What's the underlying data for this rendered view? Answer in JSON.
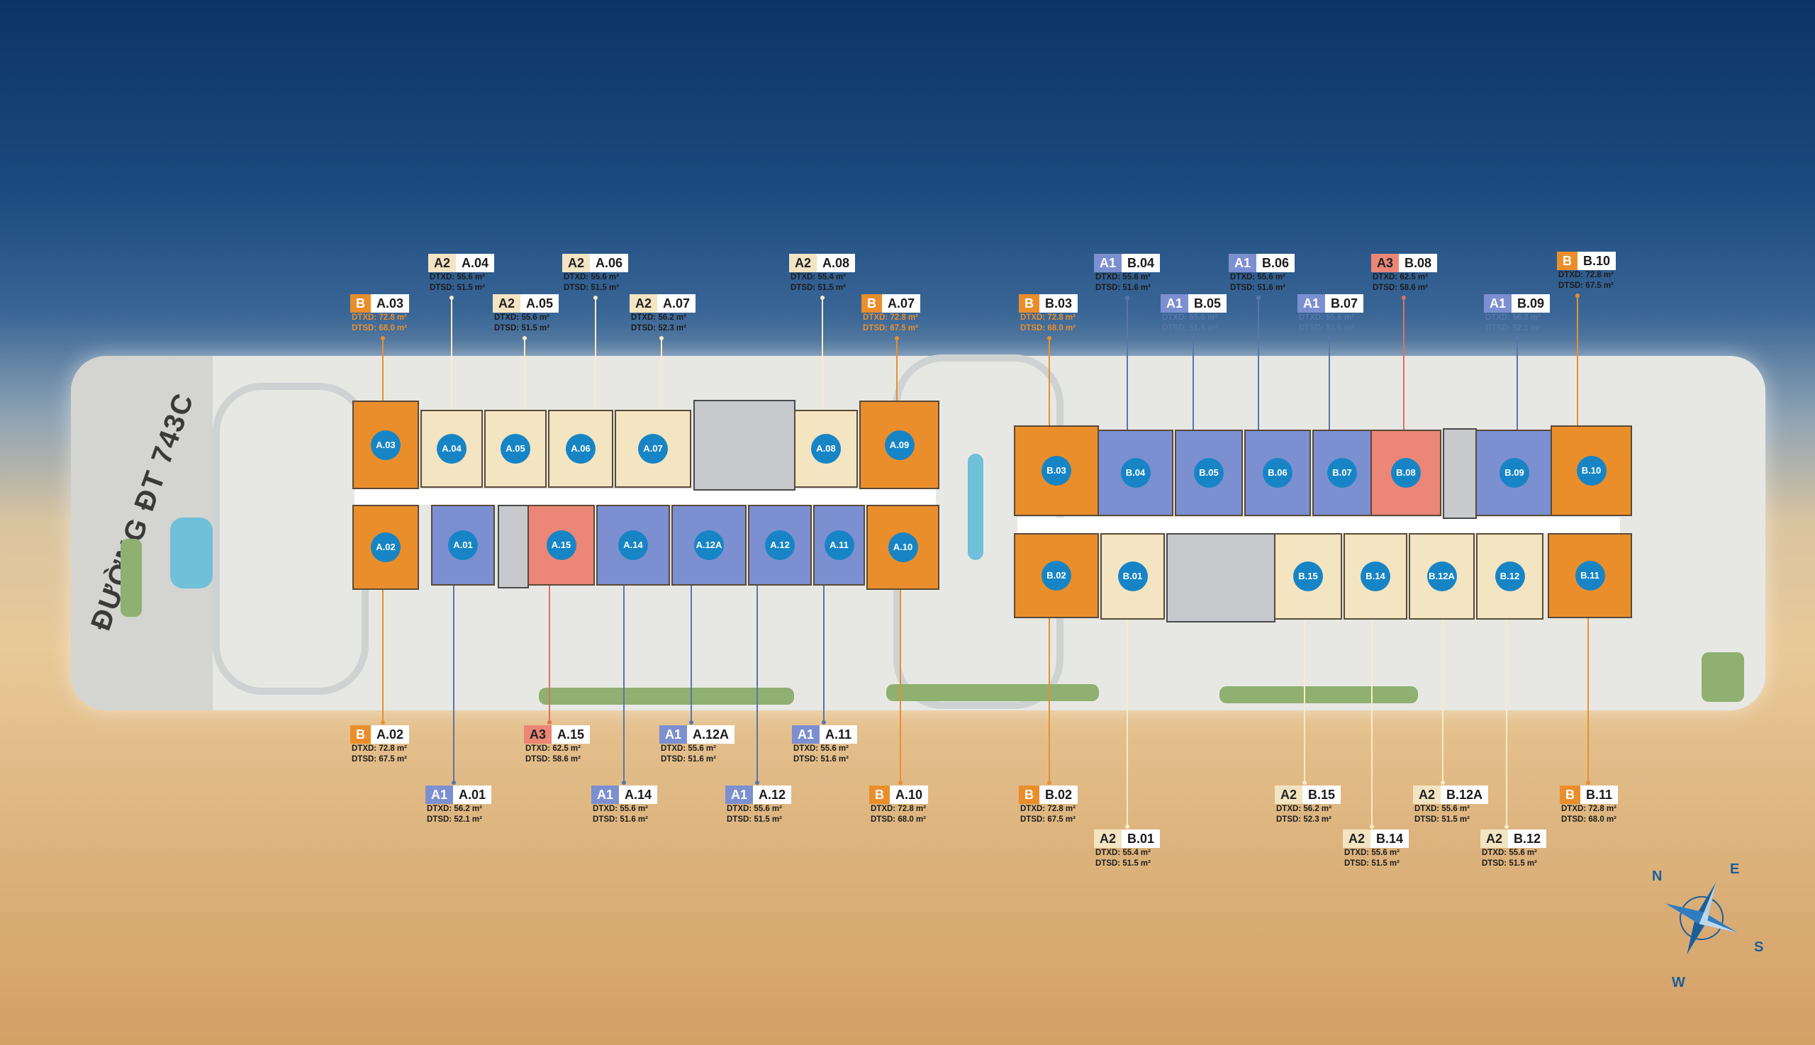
{
  "road_label": "ĐƯỜNG ĐT 743C",
  "compass": {
    "n": "N",
    "e": "E",
    "s": "S",
    "w": "W"
  },
  "colors": {
    "B": "#ea8e2c",
    "A1": "#7c8fd0",
    "A2": "#f3e4c2",
    "A3": "#ec8676",
    "unit_marker": "#1785c5"
  },
  "units": [
    {
      "id": "A.03",
      "type": "B"
    },
    {
      "id": "A.04",
      "type": "A2"
    },
    {
      "id": "A.05",
      "type": "A2"
    },
    {
      "id": "A.06",
      "type": "A2"
    },
    {
      "id": "A.07",
      "type": "A2"
    },
    {
      "id": "A.08",
      "type": "A2"
    },
    {
      "id": "A.09",
      "type": "B"
    },
    {
      "id": "A.02",
      "type": "B"
    },
    {
      "id": "A.01",
      "type": "A1"
    },
    {
      "id": "A.15",
      "type": "A3"
    },
    {
      "id": "A.14",
      "type": "A1"
    },
    {
      "id": "A.12A",
      "type": "A1"
    },
    {
      "id": "A.12",
      "type": "A1"
    },
    {
      "id": "A.11",
      "type": "A1"
    },
    {
      "id": "A.10",
      "type": "B"
    },
    {
      "id": "B.03",
      "type": "B"
    },
    {
      "id": "B.04",
      "type": "A1"
    },
    {
      "id": "B.05",
      "type": "A1"
    },
    {
      "id": "B.06",
      "type": "A1"
    },
    {
      "id": "B.07",
      "type": "A1"
    },
    {
      "id": "B.08",
      "type": "A3"
    },
    {
      "id": "B.09",
      "type": "A1"
    },
    {
      "id": "B.10",
      "type": "B"
    },
    {
      "id": "B.02",
      "type": "B"
    },
    {
      "id": "B.01",
      "type": "A2"
    },
    {
      "id": "B.15",
      "type": "A2"
    },
    {
      "id": "B.14",
      "type": "A2"
    },
    {
      "id": "B.12A",
      "type": "A2"
    },
    {
      "id": "B.12",
      "type": "A2"
    },
    {
      "id": "B.11",
      "type": "B"
    }
  ],
  "labels": [
    {
      "type": "B",
      "id": "A.03",
      "dtxd": "DTXD: 72.8 m²",
      "dtsd": "DTSD: 68.0 m²"
    },
    {
      "type": "A2",
      "id": "A.04",
      "dtxd": "DTXD: 55.6 m²",
      "dtsd": "DTSD: 51.5 m²"
    },
    {
      "type": "A2",
      "id": "A.05",
      "dtxd": "DTXD: 55.6 m²",
      "dtsd": "DTSD: 51.5 m²"
    },
    {
      "type": "A2",
      "id": "A.06",
      "dtxd": "DTXD: 55.6 m²",
      "dtsd": "DTSD: 51.5 m²"
    },
    {
      "type": "A2",
      "id": "A.07",
      "dtxd": "DTXD: 56.2 m²",
      "dtsd": "DTSD: 52.3 m²"
    },
    {
      "type": "A2",
      "id": "A.08",
      "dtxd": "DTXD: 55.4 m²",
      "dtsd": "DTSD: 51.5 m²"
    },
    {
      "type": "B",
      "id": "A.07",
      "dtxd": "DTXD: 72.8 m²",
      "dtsd": "DTSD: 67.5 m²"
    },
    {
      "type": "B",
      "id": "B.03",
      "dtxd": "DTXD: 72.8 m²",
      "dtsd": "DTSD: 68.0 m²"
    },
    {
      "type": "A1",
      "id": "B.04",
      "dtxd": "DTXD: 55.6 m²",
      "dtsd": "DTSD: 51.6 m²"
    },
    {
      "type": "A1",
      "id": "B.05",
      "dtxd": "DTXD: 55.6 m²",
      "dtsd": "DTSD: 51.5 m²"
    },
    {
      "type": "A1",
      "id": "B.06",
      "dtxd": "DTXD: 55.6 m²",
      "dtsd": "DTSD: 51.6 m²"
    },
    {
      "type": "A1",
      "id": "B.07",
      "dtxd": "DTXD: 55.6 m²",
      "dtsd": "DTSD: 51.6 m²"
    },
    {
      "type": "A3",
      "id": "B.08",
      "dtxd": "DTXD: 62.5 m²",
      "dtsd": "DTSD: 58.6 m²"
    },
    {
      "type": "A1",
      "id": "B.09",
      "dtxd": "DTXD: 56.2 m²",
      "dtsd": "DTSD: 52.1 m²"
    },
    {
      "type": "B",
      "id": "B.10",
      "dtxd": "DTXD: 72.8 m²",
      "dtsd": "DTSD: 67.5 m²"
    },
    {
      "type": "B",
      "id": "A.02",
      "dtxd": "DTXD: 72.8 m²",
      "dtsd": "DTSD: 67.5 m²"
    },
    {
      "type": "A1",
      "id": "A.01",
      "dtxd": "DTXD: 56.2 m²",
      "dtsd": "DTSD: 52.1 m²"
    },
    {
      "type": "A3",
      "id": "A.15",
      "dtxd": "DTXD: 62.5 m²",
      "dtsd": "DTSD: 58.6 m²"
    },
    {
      "type": "A1",
      "id": "A.12A",
      "dtxd": "DTXD: 55.6 m²",
      "dtsd": "DTSD: 51.6 m²"
    },
    {
      "type": "A1",
      "id": "A.14",
      "dtxd": "DTXD: 55.6 m²",
      "dtsd": "DTSD: 51.6 m²"
    },
    {
      "type": "A1",
      "id": "A.12",
      "dtxd": "DTXD: 55.6 m²",
      "dtsd": "DTSD: 51.5 m²"
    },
    {
      "type": "A1",
      "id": "A.11",
      "dtxd": "DTXD: 55.6 m²",
      "dtsd": "DTSD: 51.6 m²"
    },
    {
      "type": "B",
      "id": "A.10",
      "dtxd": "DTXD: 72.8 m²",
      "dtsd": "DTSD: 68.0 m²"
    },
    {
      "type": "B",
      "id": "B.02",
      "dtxd": "DTXD: 72.8 m²",
      "dtsd": "DTSD: 67.5 m²"
    },
    {
      "type": "A2",
      "id": "B.01",
      "dtxd": "DTXD: 55.4 m²",
      "dtsd": "DTSD: 51.5 m²"
    },
    {
      "type": "A2",
      "id": "B.15",
      "dtxd": "DTXD: 56.2 m²",
      "dtsd": "DTSD: 52.3 m²"
    },
    {
      "type": "A2",
      "id": "B.14",
      "dtxd": "DTXD: 55.6 m²",
      "dtsd": "DTSD: 51.5 m²"
    },
    {
      "type": "A2",
      "id": "B.12A",
      "dtxd": "DTXD: 55.6 m²",
      "dtsd": "DTSD: 51.5 m²"
    },
    {
      "type": "A2",
      "id": "B.12",
      "dtxd": "DTXD: 55.6 m²",
      "dtsd": "DTSD: 51.5 m²"
    },
    {
      "type": "B",
      "id": "B.11",
      "dtxd": "DTXD: 72.8 m²",
      "dtsd": "DTSD: 68.0 m²"
    }
  ]
}
